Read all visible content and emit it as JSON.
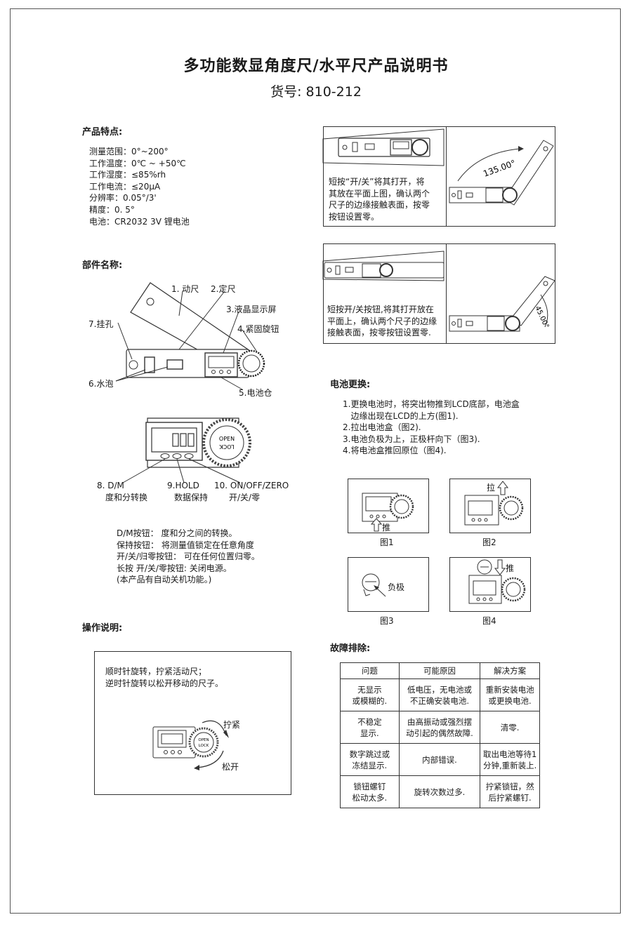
{
  "title": "多功能数显角度尺/水平尺产品说明书",
  "model": "货号: 810-212",
  "features": {
    "heading": "产品特点:",
    "lines": [
      "测量范围：0°~200°",
      "工作温度：0℃ ~ +50℃",
      "工作湿度：≤85%rh",
      "工作电流：≤20μA",
      "分辨率：0.05°/3'",
      "精度：0. 5°",
      "电池：CR2032 3V 锂电池"
    ]
  },
  "parts": {
    "heading": "部件名称:",
    "labels": [
      "1. 动尺",
      "2.定尺",
      "3.液晶显示屏",
      "4.紧固旋钮",
      "5.电池仓",
      "6.水泡",
      "7.挂孔"
    ],
    "buttons": [
      "8. D/M",
      "度和分转换",
      "9.HOLD",
      "数据保持",
      "10. ON/OFF/ZERO",
      "开/关/零"
    ],
    "knob_open": "OPEN",
    "knob_lock": "LOCK",
    "desc": [
      "D/M按钮： 度和分之间的转换。",
      "保持按钮： 将测量值锁定在任意角度",
      "开/关/归零按钮： 可在任何位置归零。",
      "长按 开/关/零按钮: 关闭电源。",
      "(本产品有自动关机功能。)"
    ]
  },
  "operation": {
    "heading": "操作说明:",
    "lines": [
      "顺时针旋转，拧紧活动尺；",
      "逆时针旋转以松开移动的尺子。"
    ],
    "tighten": "拧紧",
    "loosen": "松开"
  },
  "usage1": {
    "lines": [
      "短按“开/关”将其打开，将",
      "其放在平面上图，确认两个",
      "尺子的边缘接触表面，按零",
      "按钮设置零。"
    ],
    "angle": "135.00°"
  },
  "usage2": {
    "lines": [
      "短按开/关按钮,将其打开放在",
      "平面上，确认两个尺子的边缘",
      "接触表面，按零按钮设置零."
    ],
    "angle": "45.00°"
  },
  "battery": {
    "heading": "电池更换:",
    "lines": [
      "1.更换电池时，将突出物推到LCD底部，电池盒",
      "   边缘出现在LCD的上方(图1).",
      "2.拉出电池盒（图2).",
      "3.电池负极为上，正极杆向下（图3).",
      "4.将电池盒推回原位（图4)."
    ],
    "figs": [
      "图1",
      "图2",
      "图3",
      "图4"
    ],
    "push": "推",
    "pull": "拉",
    "negative": "负极"
  },
  "trouble": {
    "heading": "故障排除:",
    "headers": [
      "问题",
      "可能原因",
      "解决方案"
    ],
    "rows": [
      [
        "无显示\n或模糊的.",
        "低电压，无电池或\n不正确安装电池.",
        "重新安装电池\n或更换电池."
      ],
      [
        "不稳定\n显示.",
        "由高振动或强烈摆\n动引起的偶然故障.",
        "清零."
      ],
      [
        "数字跳过或\n冻结显示.",
        "内部错误.",
        "取出电池等待1\n分钟,重新装上."
      ],
      [
        "锁钮螺钉\n松动太多.",
        "旋转次数过多.",
        "拧紧锁钮，然\n后拧紧螺钉."
      ]
    ]
  }
}
